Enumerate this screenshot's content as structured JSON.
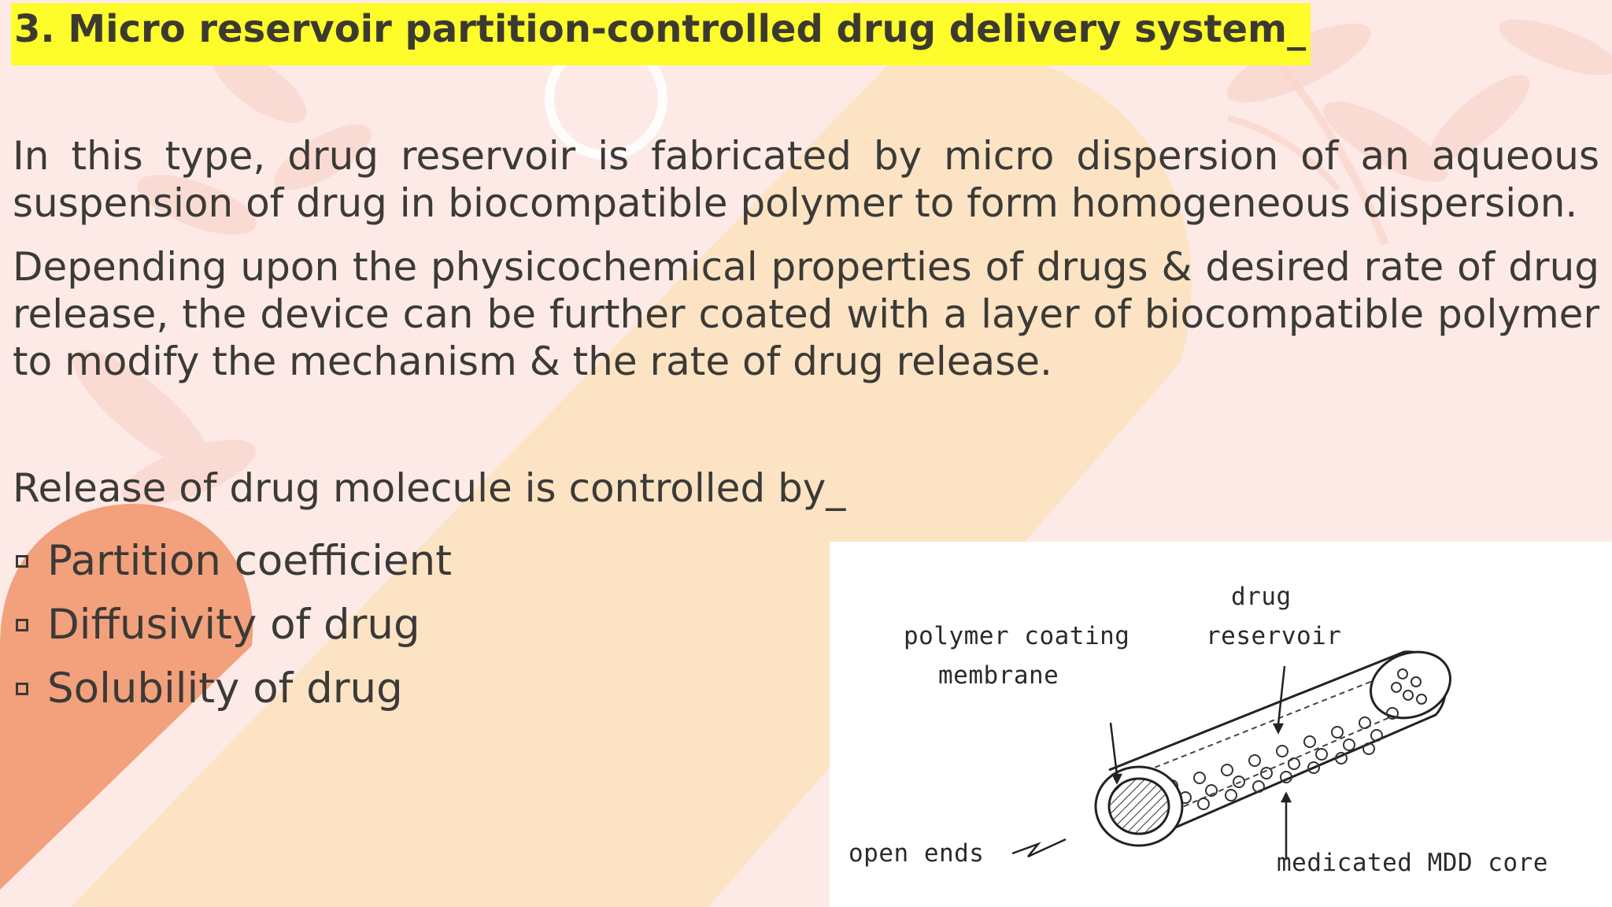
{
  "slide": {
    "title": "3. Micro reservoir partition-controlled drug delivery system_",
    "paragraphs": [
      "In this type, drug reservoir is fabricated by micro dispersion of an aqueous suspension of drug in biocompatible polymer to form homogeneous dispersion.",
      "Depending upon the physicochemical properties of drugs & desired rate of drug release, the device can be further coated with a layer of biocompatible polymer to modify the mechanism & the rate of drug release."
    ],
    "release_heading": "Release of drug molecule is controlled by_",
    "bullets": [
      "Partition coefficient",
      "Diffusivity of drug",
      "Solubility of drug"
    ]
  },
  "figure": {
    "labels": {
      "drug": "drug",
      "reservoir": "reservoir",
      "polymer_coating": "polymer coating",
      "membrane": "membrane",
      "open_ends": "open ends",
      "medicated_core": "medicated MDD core"
    }
  },
  "colors": {
    "title_highlight": "#fefc2a",
    "text": "#3b3a36",
    "background": "#fdeae6",
    "peach_shape": "#fbe3c4",
    "salmon_shape": "#f3a07c"
  }
}
